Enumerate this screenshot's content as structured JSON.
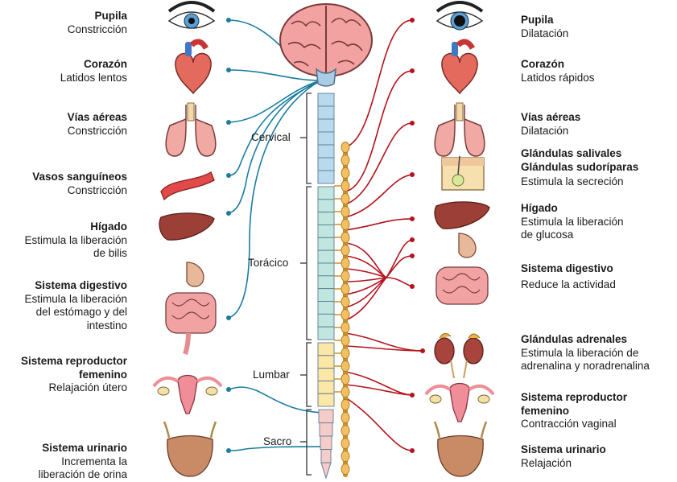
{
  "left": {
    "pupil": {
      "title": "Pupila",
      "desc": "Constricción"
    },
    "heart": {
      "title": "Corazón",
      "desc": "Latidos lentos"
    },
    "airways": {
      "title": "Vías aéreas",
      "desc": "Constricción"
    },
    "vessels": {
      "title": "Vasos sanguíneos",
      "desc": "Constricción"
    },
    "liver": {
      "title": "Hígado",
      "desc1": "Estimula la liberación",
      "desc2": "de bilis"
    },
    "digestive": {
      "title": "Sistema digestivo",
      "desc1": "Estimula la liberación",
      "desc2": "del estómago y del",
      "desc3": "intestino"
    },
    "reproductive": {
      "title1": "Sistema reproductor",
      "title2": "femenino",
      "desc": "Relajación útero"
    },
    "urinary": {
      "title": "Sistema urinario",
      "desc1": "Incrementa la",
      "desc2": "liberación de orina"
    }
  },
  "right": {
    "pupil": {
      "title": "Pupila",
      "desc": "Dilatación"
    },
    "heart": {
      "title": "Corazón",
      "desc": "Latidos rápidos"
    },
    "airways": {
      "title": "Vías aéreas",
      "desc": "Dilatación"
    },
    "glands": {
      "title1": "Glándulas salivales",
      "title2": "Glándulas sudoríparas",
      "desc": "Estimula la secreción"
    },
    "liver": {
      "title": "Hígado",
      "desc1": "Estimula la liberación",
      "desc2": "de glucosa"
    },
    "digestive": {
      "title": "Sistema digestivo",
      "desc": "Reduce la actividad"
    },
    "adrenal": {
      "title": "Glándulas adrenales",
      "desc1": "Estimula la liberación de",
      "desc2": "adrenalina y noradrenalina"
    },
    "reproductive": {
      "title1": "Sistema reproductor",
      "title2": "femenino",
      "desc": "Contracción vaginal"
    },
    "urinary": {
      "title": "Sistema urinario",
      "desc": "Relajación"
    }
  },
  "spine": {
    "cervical": "Cervical",
    "thoracic": "Torácico",
    "lumbar": "Lumbar",
    "sacral": "Sacro"
  },
  "colors": {
    "parasympathetic": "#1a7ca0",
    "sympathetic": "#b5121b",
    "cervical": "#b9d9ef",
    "thoracic": "#bfe6df",
    "lumbar": "#fbe7a6",
    "sacral": "#f6cccb",
    "ganglia": "#f2c062"
  }
}
